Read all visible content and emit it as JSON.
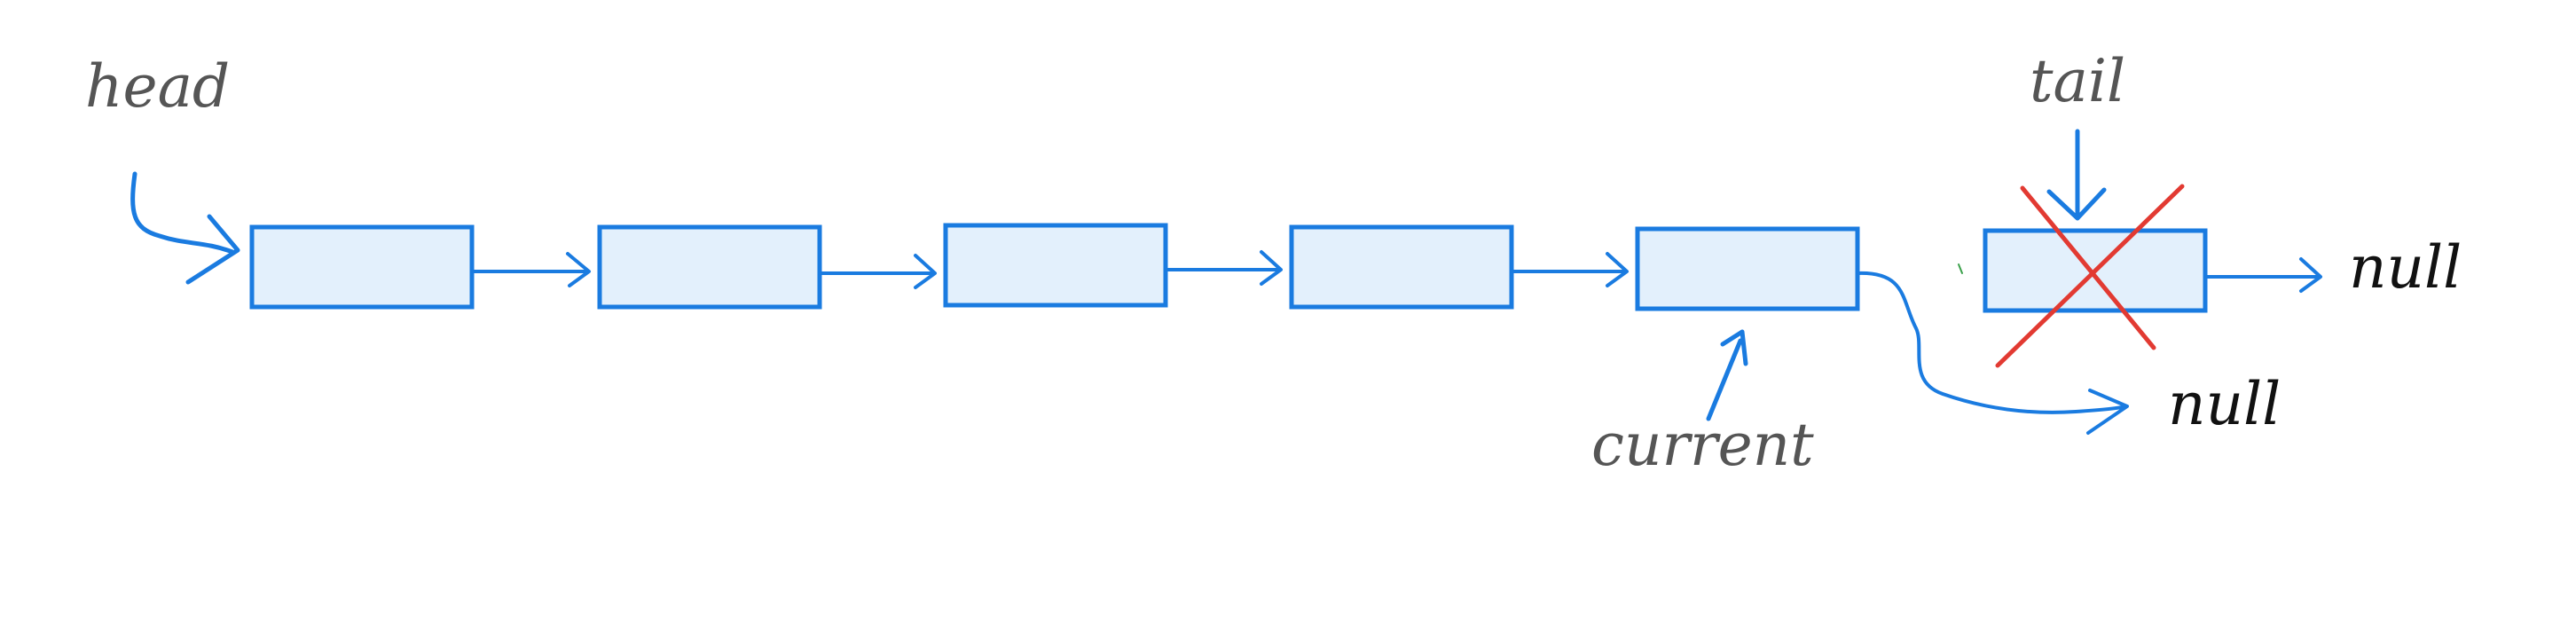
{
  "labels": {
    "head": "head",
    "tail": "tail",
    "current": "current",
    "null_tail": "null",
    "null_current": "null"
  },
  "nodes": [
    {
      "id": "node-1"
    },
    {
      "id": "node-2"
    },
    {
      "id": "node-3"
    },
    {
      "id": "node-4"
    },
    {
      "id": "node-5"
    },
    {
      "id": "node-6",
      "removed": true
    }
  ],
  "colors": {
    "stroke": "#1a7be0",
    "fill": "#e3f0fc",
    "cross": "#e23a32",
    "gray_text": "#555555",
    "black_text": "#111111"
  }
}
